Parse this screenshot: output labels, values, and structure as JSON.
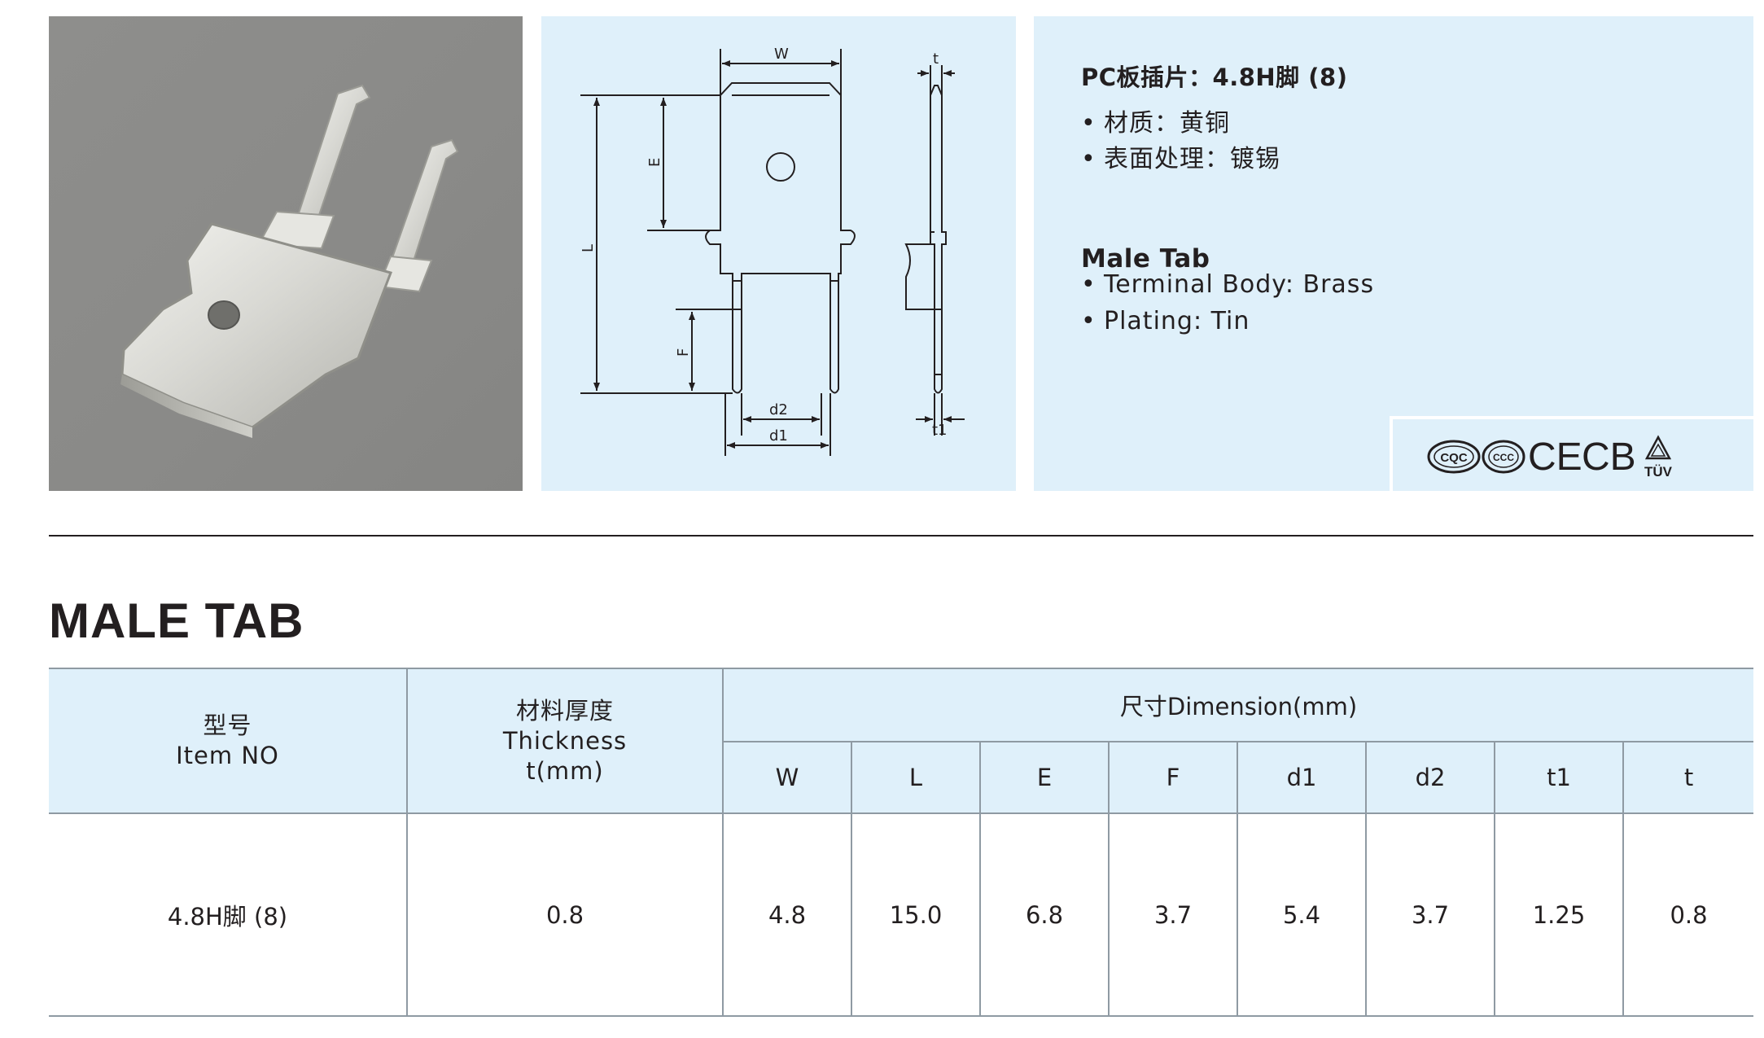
{
  "drawing": {
    "labels": {
      "w": "W",
      "t": "t",
      "l": "L",
      "e": "E",
      "f": "F",
      "d1": "d1",
      "d2": "d2",
      "t1": "t1"
    }
  },
  "spec": {
    "title_cn": "PC板插片：4.8H脚 (8)",
    "material_cn": "材质：黄铜",
    "plating_cn": "表面处理：镀锡",
    "title_en": "Male Tab",
    "material_en": "Terminal Body: Brass",
    "plating_en": "Plating: Tin",
    "bullet": "•"
  },
  "certifications": {
    "cqc": "CQC",
    "ccc": "CCC",
    "ce": "CE",
    "cb": "CB",
    "tuv": "TÜV"
  },
  "section_title": "MALE TAB",
  "table": {
    "headers": {
      "item_cn": "型号",
      "item_en": "Item NO",
      "thickness_cn": "材料厚度",
      "thickness_en": "Thickness",
      "thickness_unit": "t(mm)",
      "dimension": "尺寸Dimension(mm)",
      "dims": [
        "W",
        "L",
        "E",
        "F",
        "d1",
        "d2",
        "t1",
        "t"
      ]
    },
    "rows": [
      {
        "item": "4.8H脚 (8)",
        "thickness": "0.8",
        "dims": [
          "4.8",
          "15.0",
          "6.8",
          "3.7",
          "5.4",
          "3.7",
          "1.25",
          "0.8"
        ]
      }
    ]
  },
  "colors": {
    "panel_blue": "#dff0fa",
    "text": "#231f20",
    "photo_gray": "#8a8a88",
    "table_border": "#8f9aa3"
  }
}
